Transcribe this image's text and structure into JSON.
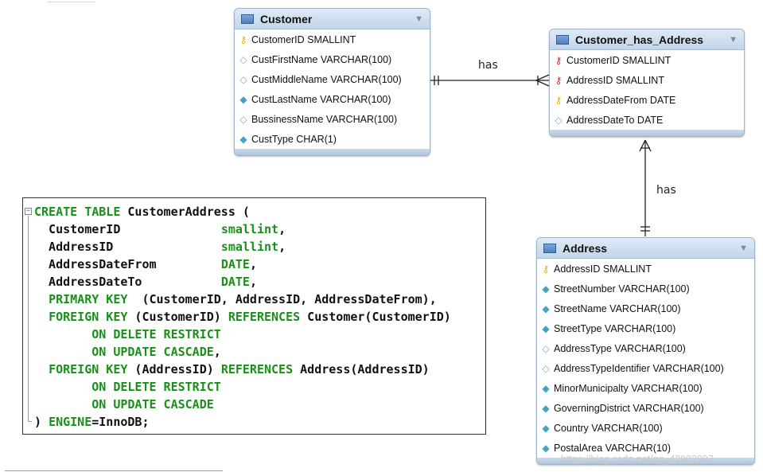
{
  "relation_labels": {
    "top": "has",
    "right": "has"
  },
  "tables": [
    {
      "title": "Customer",
      "columns": [
        {
          "text": "CustomerID SMALLINT",
          "icon": "primary-key-icon"
        },
        {
          "text": "CustFirstName VARCHAR(100)",
          "icon": "hollow-diamond-icon"
        },
        {
          "text": "CustMiddleName VARCHAR(100)",
          "icon": "hollow-diamond-icon"
        },
        {
          "text": "CustLastName VARCHAR(100)",
          "icon": "filled-diamond-icon"
        },
        {
          "text": "BussinessName VARCHAR(100)",
          "icon": "hollow-diamond-icon"
        },
        {
          "text": "CustType CHAR(1)",
          "icon": "filled-diamond-icon"
        }
      ]
    },
    {
      "title": "Customer_has_Address",
      "columns": [
        {
          "text": "CustomerID SMALLINT",
          "icon": "foreign-key-icon"
        },
        {
          "text": "AddressID SMALLINT",
          "icon": "foreign-key-icon"
        },
        {
          "text": "AddressDateFrom DATE",
          "icon": "primary-key-icon"
        },
        {
          "text": "AddressDateTo DATE",
          "icon": "hollow-diamond-icon"
        }
      ]
    },
    {
      "title": "Address",
      "columns": [
        {
          "text": "AddressID SMALLINT",
          "icon": "primary-key-icon"
        },
        {
          "text": "StreetNumber VARCHAR(100)",
          "icon": "filled-diamond-icon"
        },
        {
          "text": "StreetName VARCHAR(100)",
          "icon": "filled-diamond-icon"
        },
        {
          "text": "StreetType VARCHAR(100)",
          "icon": "filled-diamond-icon"
        },
        {
          "text": "AddressType VARCHAR(100)",
          "icon": "hollow-diamond-icon"
        },
        {
          "text": "AddressTypeIdentifier VARCHAR(100)",
          "icon": "hollow-diamond-icon"
        },
        {
          "text": "MinorMunicipalty VARCHAR(100)",
          "icon": "filled-diamond-icon"
        },
        {
          "text": "GoverningDistrict VARCHAR(100)",
          "icon": "filled-diamond-icon"
        },
        {
          "text": "Country VARCHAR(100)",
          "icon": "filled-diamond-icon"
        },
        {
          "text": "PostalArea VARCHAR(10)",
          "icon": "filled-diamond-icon"
        }
      ]
    }
  ],
  "code": [
    "CREATE TABLE CustomerAddress (",
    "  CustomerID              smallint,",
    "  AddressID               smallint,",
    "  AddressDateFrom         DATE,",
    "  AddressDateTo           DATE,",
    "  PRIMARY KEY  (CustomerID, AddressID, AddressDateFrom),",
    "  FOREIGN KEY (CustomerID) REFERENCES Customer(CustomerID)",
    "        ON DELETE RESTRICT",
    "        ON UPDATE CASCADE,",
    "  FOREIGN KEY (AddressID) REFERENCES Address(AddressID)",
    "        ON DELETE RESTRICT",
    "        ON UPDATE CASCADE",
    ") ENGINE=InnoDB;"
  ],
  "watermark": "https://blog.csdn.net/qq_42902997",
  "colors": {
    "keyword": "#1a8f1a",
    "header": "#c2d5ea",
    "primary_key": "#e3b400",
    "foreign_key": "#d22a2a",
    "attribute": "#3fa4c8"
  }
}
